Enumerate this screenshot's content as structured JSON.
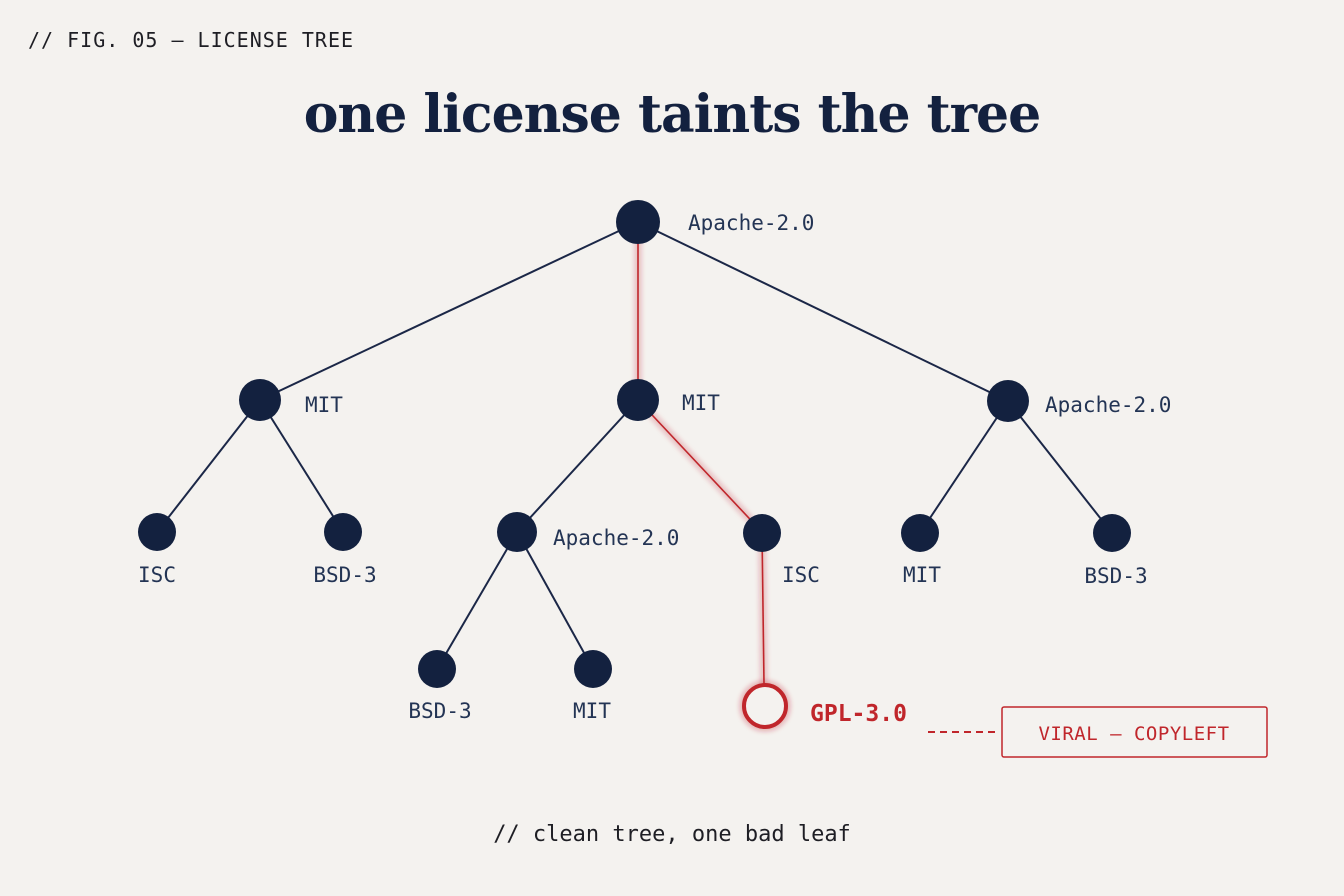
{
  "header": {
    "figure_label": "// FIG. 05 — LICENSE TREE",
    "title": "one license taints the tree"
  },
  "tree": {
    "root": {
      "label": "Apache-2.0"
    },
    "level1": [
      {
        "label": "MIT"
      },
      {
        "label": "MIT"
      },
      {
        "label": "Apache-2.0"
      }
    ],
    "level2": [
      {
        "label": "ISC"
      },
      {
        "label": "BSD-3"
      },
      {
        "label": "Apache-2.0"
      },
      {
        "label": "ISC"
      },
      {
        "label": "MIT"
      },
      {
        "label": "BSD-3"
      }
    ],
    "level3": [
      {
        "label": "BSD-3"
      },
      {
        "label": "MIT"
      }
    ],
    "bad_leaf": {
      "label": "GPL-3.0"
    },
    "tag": {
      "label": "VIRAL — COPYLEFT"
    }
  },
  "colors": {
    "node": "#13213f",
    "edge": "#1b2747",
    "taint": "#c0262b",
    "background": "#f4f2ef"
  },
  "footer": {
    "caption": "// clean tree, one bad leaf"
  }
}
